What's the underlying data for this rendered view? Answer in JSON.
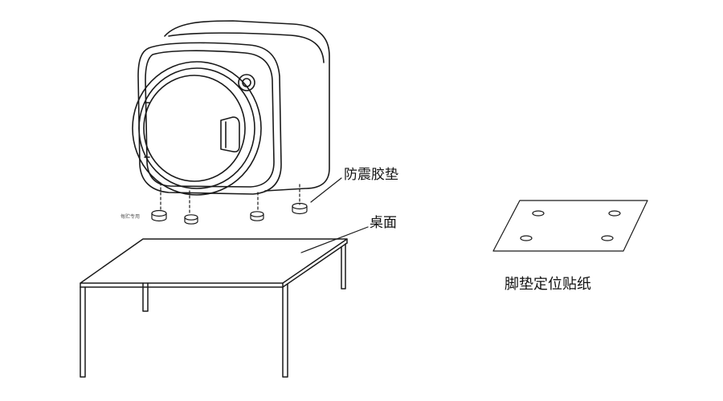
{
  "labels": {
    "anti_vibration_pad": "防震胶垫",
    "desktop": "桌面",
    "foot_pad_sticker": "脚垫定位贴纸",
    "tiny_note": "每贮专用"
  },
  "colors": {
    "line": "#1a1a1a",
    "background": "#ffffff"
  }
}
